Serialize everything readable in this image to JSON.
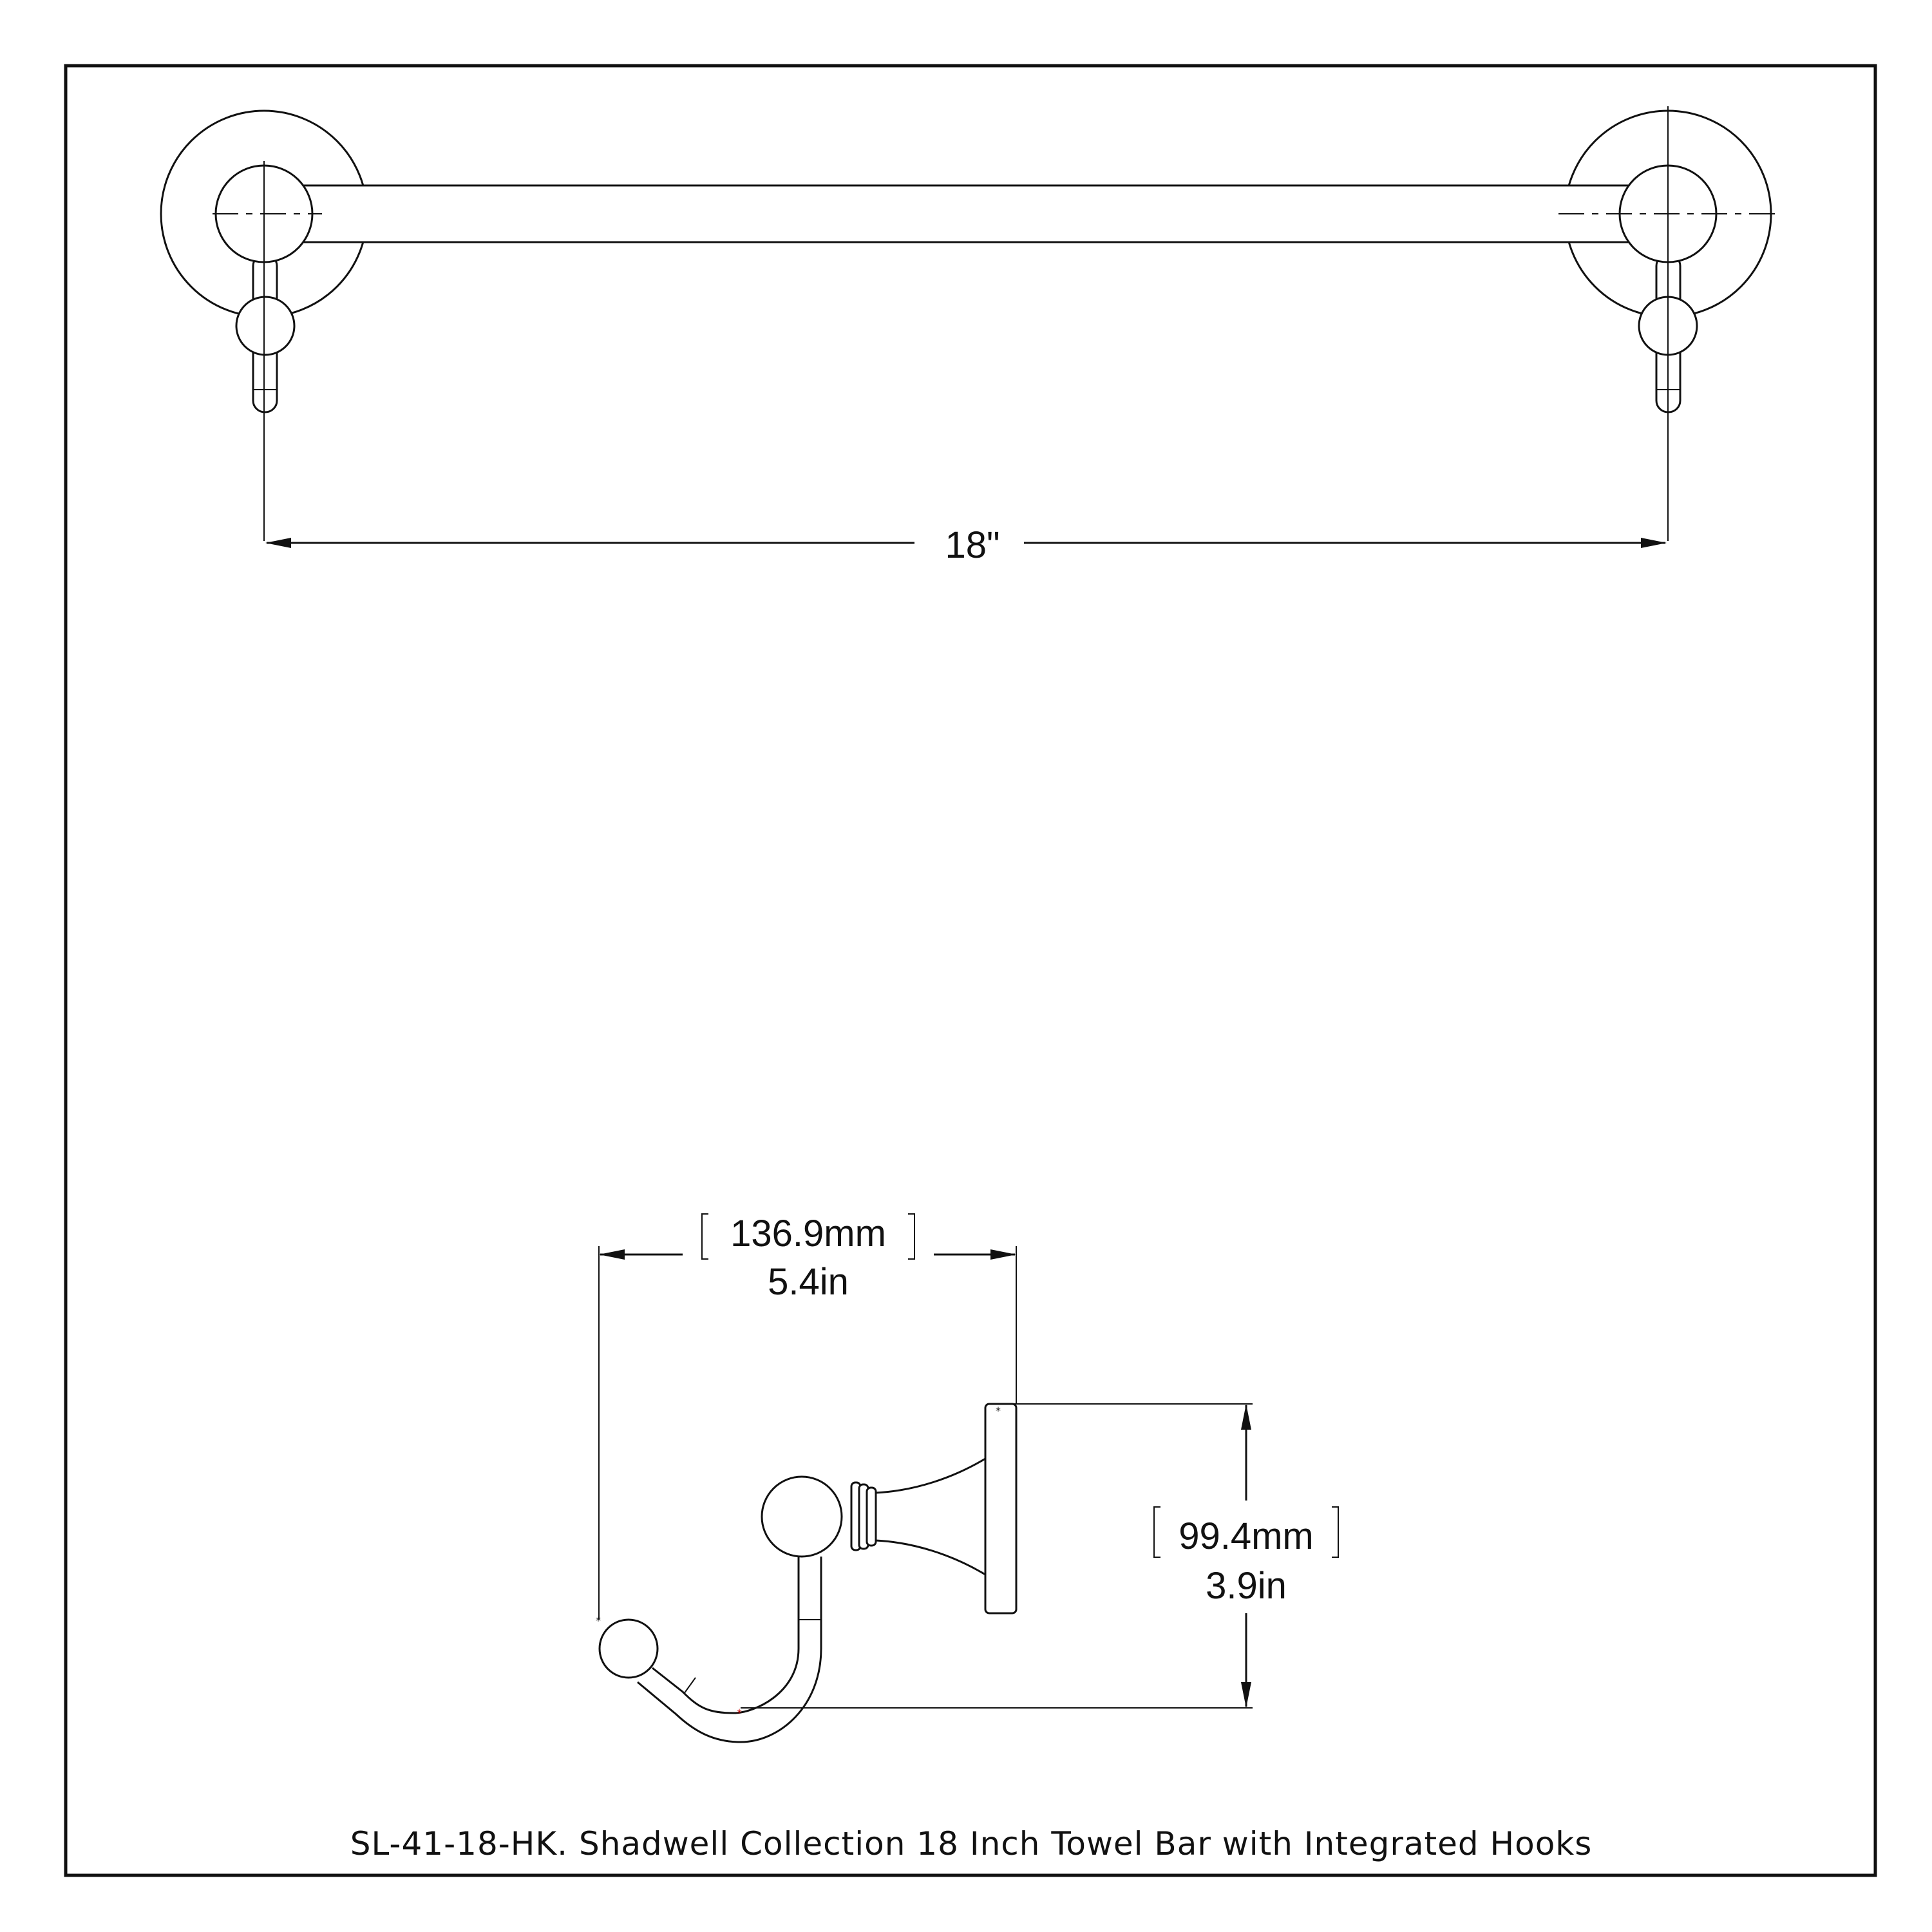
{
  "drawing": {
    "front_view": {
      "overall_width_label": "18\""
    },
    "side_view": {
      "projection_label_mm": "136.9mm",
      "projection_label_in": "5.4in",
      "height_label_mm": "99.4mm",
      "height_label_in": "3.9in"
    },
    "caption": "SL-41-18-HK. Shadwell Collection 18 Inch Towel Bar with Integrated Hooks"
  },
  "colors": {
    "line": "#111111",
    "background": "#ffffff",
    "marker": "#cc0000"
  }
}
